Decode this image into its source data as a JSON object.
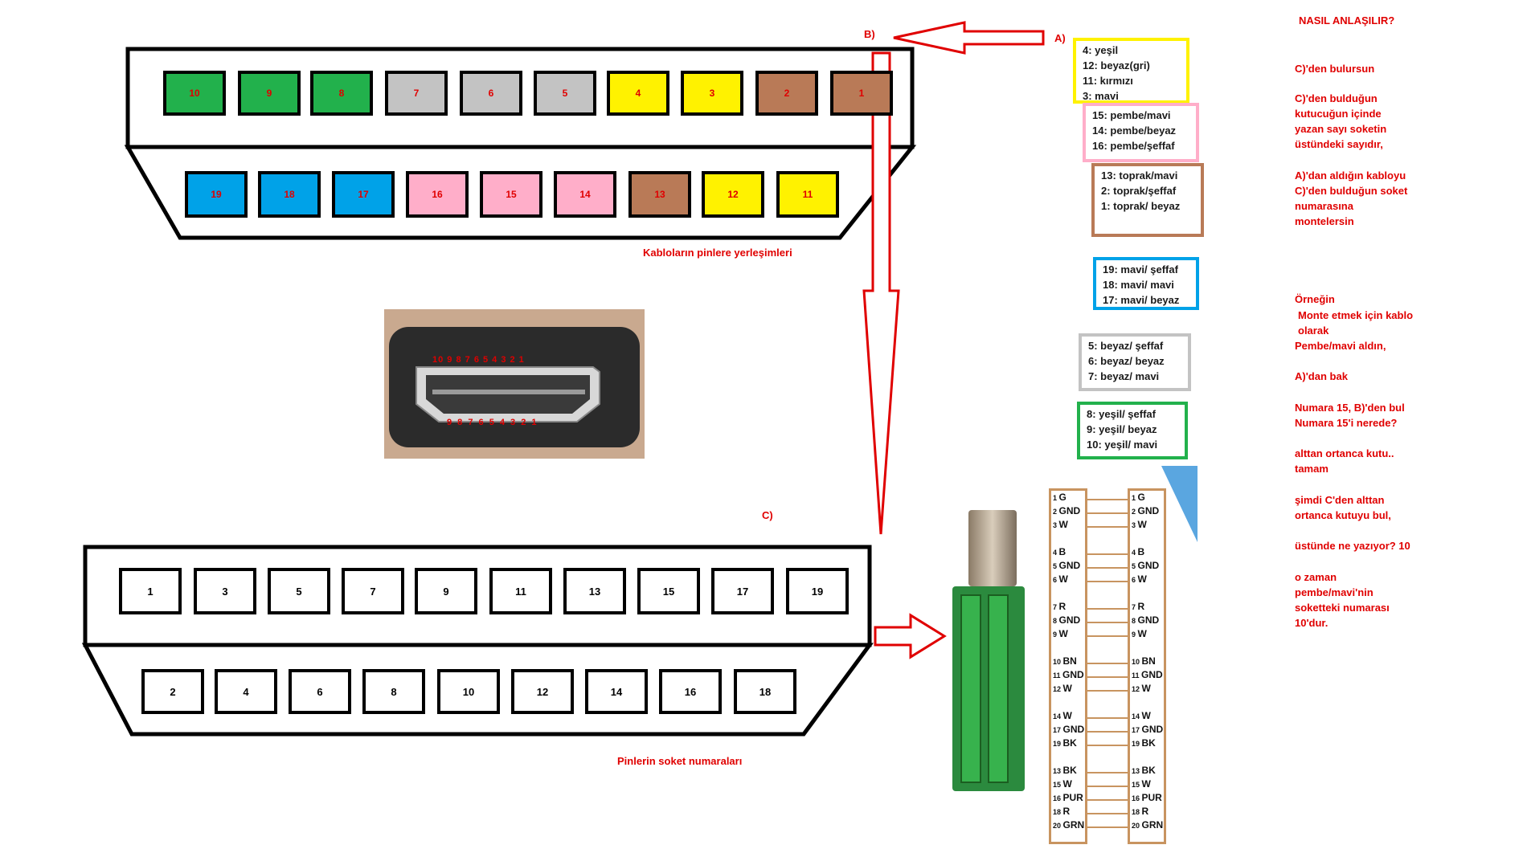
{
  "labels": {
    "A": "A)",
    "B": "B)",
    "C": "C)",
    "top_caption": "Kabloların pinlere yerleşimleri",
    "bottom_caption": "Pinlerin soket numaraları"
  },
  "colors": {
    "green": "#22b14c",
    "gray": "#c3c3c3",
    "yellow": "#fff200",
    "brown": "#b97a57",
    "blue": "#00a2e8",
    "pink": "#ffaec9",
    "red": "#e00000"
  },
  "top_connector": {
    "top_row": [
      {
        "num": "10",
        "color": "green"
      },
      {
        "num": "9",
        "color": "green"
      },
      {
        "num": "8",
        "color": "green"
      },
      {
        "num": "7",
        "color": "gray"
      },
      {
        "num": "6",
        "color": "gray"
      },
      {
        "num": "5",
        "color": "gray"
      },
      {
        "num": "4",
        "color": "yellow"
      },
      {
        "num": "3",
        "color": "yellow"
      },
      {
        "num": "2",
        "color": "brown"
      },
      {
        "num": "1",
        "color": "brown"
      }
    ],
    "bottom_row": [
      {
        "num": "19",
        "color": "blue"
      },
      {
        "num": "18",
        "color": "blue"
      },
      {
        "num": "17",
        "color": "blue"
      },
      {
        "num": "16",
        "color": "pink"
      },
      {
        "num": "15",
        "color": "pink"
      },
      {
        "num": "14",
        "color": "pink"
      },
      {
        "num": "13",
        "color": "brown"
      },
      {
        "num": "12",
        "color": "yellow"
      },
      {
        "num": "11",
        "color": "yellow"
      }
    ]
  },
  "socket_connector": {
    "top_row": [
      "1",
      "3",
      "5",
      "7",
      "9",
      "11",
      "13",
      "15",
      "17",
      "19"
    ],
    "bottom_row": [
      "2",
      "4",
      "6",
      "8",
      "10",
      "12",
      "14",
      "16",
      "18"
    ]
  },
  "legends": [
    {
      "color": "yellow",
      "lines": [
        "4: yeşil",
        "12: beyaz(gri)",
        "11: kırmızı",
        "3: mavi"
      ]
    },
    {
      "color": "pink",
      "lines": [
        "15: pembe/mavi",
        "14: pembe/beyaz",
        "16: pembe/şeffaf"
      ]
    },
    {
      "color": "brown",
      "lines": [
        "13: toprak/mavi",
        "2: toprak/şeffaf",
        "1: toprak/ beyaz"
      ]
    },
    {
      "color": "blue",
      "lines": [
        "19: mavi/ şeffaf",
        "18: mavi/ mavi",
        "17: mavi/ beyaz"
      ]
    },
    {
      "color": "gray",
      "lines": [
        "5: beyaz/ şeffaf",
        "6: beyaz/ beyaz",
        "7: beyaz/ mavi"
      ]
    },
    {
      "color": "green",
      "lines": [
        "8:  yeşil/ şeffaf",
        "9:  yeşil/ beyaz",
        "10: yeşil/ mavi"
      ]
    }
  ],
  "instructions": [
    "NASIL ANLAŞILIR?",
    "C)'den bulursun",
    "C)'den bulduğun",
    "kutucuğun içinde",
    "yazan sayı soketin",
    "üstündeki sayıdır,",
    "A)'dan aldığın kabloyu",
    "C)'den bulduğun soket",
    "numarasına",
    "montelersin",
    "Örneğin",
    "Monte etmek için kablo",
    "olarak",
    "Pembe/mavi aldın,",
    "A)'dan bak",
    "Numara 15, B)'den bul",
    "Numara 15'i nerede?",
    "alttan ortanca kutu..",
    "tamam",
    "şimdi C'den alttan",
    "ortanca kutuyu bul,",
    "üstünde ne yazıyor? 10",
    "o zaman",
    "pembe/mavi'nin",
    "soketteki numarası",
    "10'dur."
  ],
  "photo": {
    "top_pins": "10 9 8 7 6 5 4 3 2 1",
    "bottom_pins": "9 8 7 6 5 4 3 2 1"
  },
  "pcb_pins": [
    {
      "n": "1",
      "t": "G"
    },
    {
      "n": "2",
      "t": "GND"
    },
    {
      "n": "3",
      "t": "W"
    },
    {
      "n": "4",
      "t": "B"
    },
    {
      "n": "5",
      "t": "GND"
    },
    {
      "n": "6",
      "t": "W"
    },
    {
      "n": "7",
      "t": "R"
    },
    {
      "n": "8",
      "t": "GND"
    },
    {
      "n": "9",
      "t": "W"
    },
    {
      "n": "10",
      "t": "BN"
    },
    {
      "n": "11",
      "t": "GND"
    },
    {
      "n": "12",
      "t": "W"
    },
    {
      "n": "14",
      "t": "W"
    },
    {
      "n": "17",
      "t": "GND"
    },
    {
      "n": "19",
      "t": "BK"
    },
    {
      "n": "13",
      "t": "BK"
    },
    {
      "n": "15",
      "t": "W"
    },
    {
      "n": "16",
      "t": "PUR"
    },
    {
      "n": "18",
      "t": "R"
    },
    {
      "n": "20",
      "t": "GRN"
    }
  ]
}
